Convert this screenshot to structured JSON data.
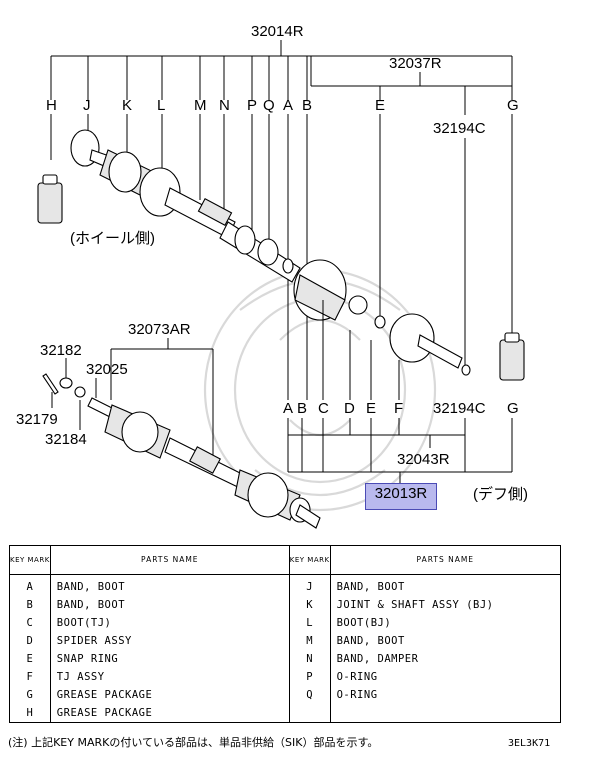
{
  "diagram": {
    "top_group": "32014R",
    "group_32037": "32037R",
    "label_32194c_top": "32194C",
    "label_32194c_bottom": "32194C",
    "group_32043": "32043R",
    "highlight_part": "32013R",
    "label_32073": "32073AR",
    "label_32182": "32182",
    "label_32025": "32025",
    "label_32179": "32179",
    "label_32184": "32184",
    "wheel_side": "(ホイール側)",
    "diff_side": "(デフ側)",
    "top_letters": [
      "H",
      "J",
      "K",
      "L",
      "M",
      "N",
      "P",
      "Q",
      "A",
      "B",
      "E",
      "G"
    ],
    "bottom_letters": [
      "A",
      "B",
      "C",
      "D",
      "E",
      "F",
      "G"
    ]
  },
  "table": {
    "header_key": "KEY MARK",
    "header_name": "PARTS NAME",
    "left": [
      {
        "key": "A",
        "name": "BAND, BOOT"
      },
      {
        "key": "B",
        "name": "BAND, BOOT"
      },
      {
        "key": "C",
        "name": "BOOT(TJ)"
      },
      {
        "key": "D",
        "name": "SPIDER ASSY"
      },
      {
        "key": "E",
        "name": "SNAP RING"
      },
      {
        "key": "F",
        "name": "TJ ASSY"
      },
      {
        "key": "G",
        "name": "GREASE PACKAGE"
      },
      {
        "key": "H",
        "name": "GREASE PACKAGE"
      }
    ],
    "right": [
      {
        "key": "J",
        "name": "BAND, BOOT"
      },
      {
        "key": "K",
        "name": "JOINT & SHAFT ASSY (BJ)"
      },
      {
        "key": "L",
        "name": "BOOT(BJ)"
      },
      {
        "key": "M",
        "name": "BAND, BOOT"
      },
      {
        "key": "N",
        "name": "BAND, DAMPER"
      },
      {
        "key": "P",
        "name": "O-RING"
      },
      {
        "key": "Q",
        "name": "O-RING"
      },
      {
        "key": "",
        "name": ""
      }
    ]
  },
  "footer": {
    "note": "(注) 上記KEY MARKの付いている部品は、単品非供給（SIK）部品を示す。",
    "code": "3EL3K71"
  }
}
